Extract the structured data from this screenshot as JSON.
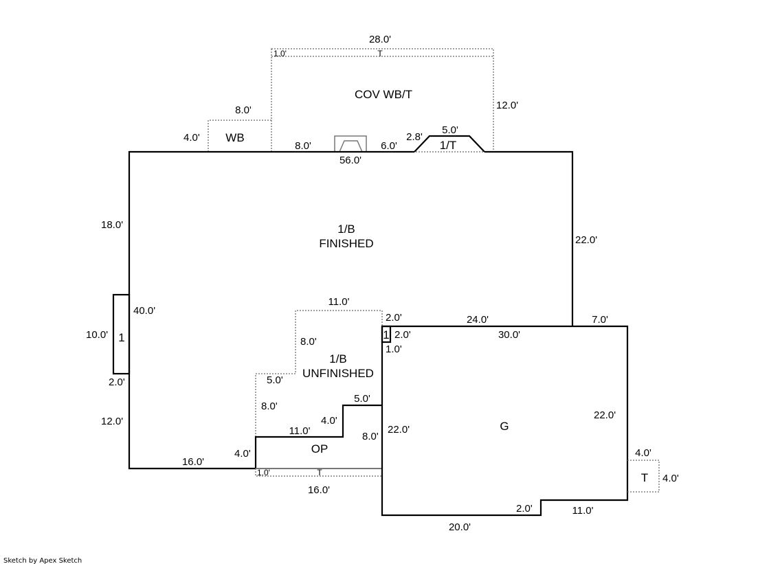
{
  "sketch": {
    "credit": "Sketch by Apex Sketch",
    "areas": {
      "cov_wbt": "COV WB/T",
      "wb": "WB",
      "one_t": "1/T",
      "finished_line1": "1/B",
      "finished_line2": "FINISHED",
      "unfinished_line1": "1/B",
      "unfinished_line2": "UNFINISHED",
      "op": "OP",
      "g": "G",
      "one_left": "1",
      "one_small": "1",
      "t_right": "T",
      "t_top": "T",
      "t_bottom": "T"
    },
    "dims": {
      "cov_top": "28.0'",
      "cov_top_small": "1.0'",
      "cov_right": "12.0'",
      "wb_top": "8.0'",
      "wb_left": "4.0'",
      "top_8": "8.0'",
      "top_56": "56.0'",
      "top_6": "6.0'",
      "slant_28": "2.8'",
      "one_t_top": "5.0'",
      "left_18": "18.0'",
      "right_22": "22.0'",
      "left_40": "40.0'",
      "one_left_10": "10.0'",
      "one_left_2": "2.0'",
      "left_12": "12.0'",
      "bottom_16": "16.0'",
      "unf_11": "11.0'",
      "unf_2": "2.0'",
      "unf_8": "8.0'",
      "unf_5": "5.0'",
      "unf_8b": "8.0'",
      "small_2": "2.0'",
      "small_1": "1.0'",
      "g_24": "24.0'",
      "g_30": "30.0'",
      "g_7": "7.0'",
      "op_5": "5.0'",
      "op_4": "4.0'",
      "op_11": "11.0'",
      "op_8": "8.0'",
      "op_4b": "4.0'",
      "g_left_22": "22.0'",
      "g_right_22": "22.0'",
      "op_bottom_small": "1.0'",
      "op_bottom_16": "16.0'",
      "t_top_4": "4.0'",
      "t_right_4": "4.0'",
      "g_2": "2.0'",
      "g_11": "11.0'",
      "g_20": "20.0'"
    }
  }
}
